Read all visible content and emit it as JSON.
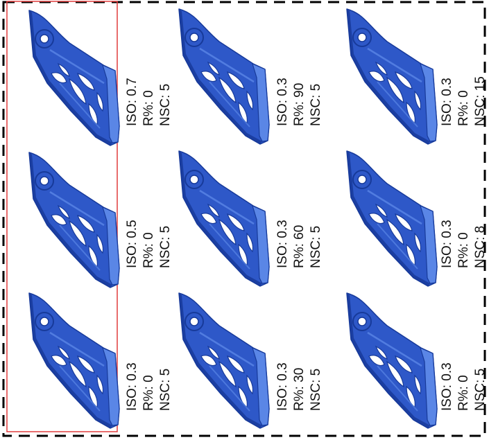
{
  "panels": [
    {
      "row": 1,
      "col": 1,
      "iso": "ISO: 0.7",
      "r": "R%: 0",
      "nsc": "NSC: 5",
      "highlighted": true
    },
    {
      "row": 1,
      "col": 2,
      "iso": "ISO: 0.3",
      "r": "R%: 90",
      "nsc": "NSC: 5",
      "highlighted": false
    },
    {
      "row": 1,
      "col": 3,
      "iso": "ISO: 0.3",
      "r": "R%: 0",
      "nsc": "NSC: 15",
      "highlighted": false
    },
    {
      "row": 2,
      "col": 1,
      "iso": "ISO: 0.5",
      "r": "R%: 0",
      "nsc": "NSC: 5",
      "highlighted": true
    },
    {
      "row": 2,
      "col": 2,
      "iso": "ISO: 0.3",
      "r": "R%: 60",
      "nsc": "NSC: 5",
      "highlighted": false
    },
    {
      "row": 2,
      "col": 3,
      "iso": "ISO: 0.3",
      "r": "R%: 0",
      "nsc": "NSC: 8",
      "highlighted": false
    },
    {
      "row": 3,
      "col": 1,
      "iso": "ISO: 0.3",
      "r": "R%: 0",
      "nsc": "NSC: 5",
      "highlighted": true
    },
    {
      "row": 3,
      "col": 2,
      "iso": "ISO: 0.3",
      "r": "R%: 30",
      "nsc": "NSC: 5",
      "highlighted": false
    },
    {
      "row": 3,
      "col": 3,
      "iso": "ISO: 0.3",
      "r": "R%: 0",
      "nsc": "NSC: 5",
      "highlighted": false
    }
  ],
  "colors": {
    "part_fill": "#2e58c8",
    "part_dark": "#173a9a",
    "part_light": "#5a86e6",
    "highlight_box": "#e03c3c",
    "dashed_border": "#000000"
  }
}
